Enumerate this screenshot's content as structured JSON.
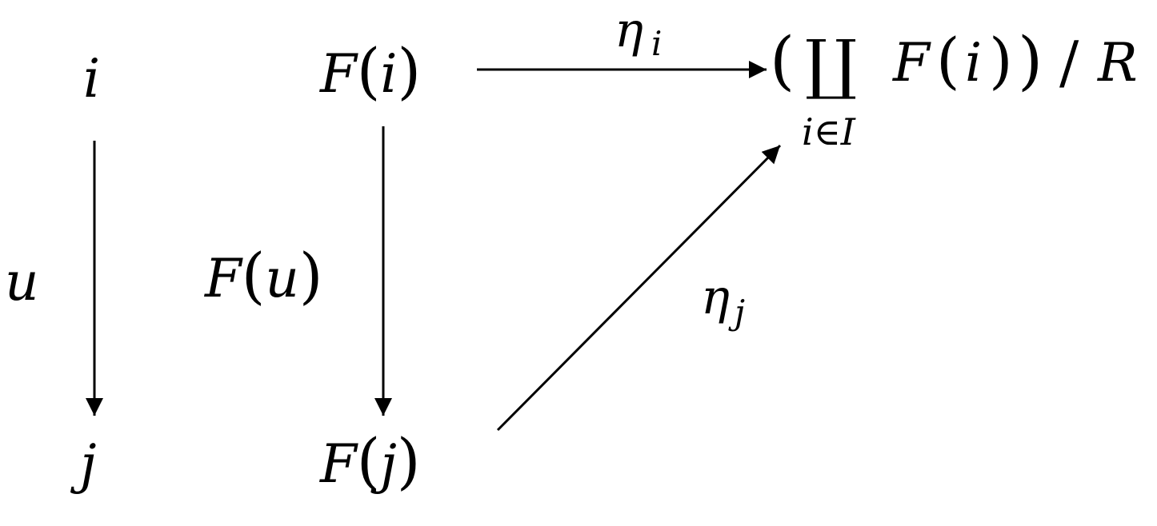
{
  "nodes": {
    "i": {
      "var": "i"
    },
    "j": {
      "var": "j"
    },
    "F_i": {
      "func": "F",
      "open": "(",
      "arg": "i",
      "close": ")"
    },
    "F_j": {
      "func": "F",
      "open": "(",
      "arg": "j",
      "close": ")"
    },
    "colimit": {
      "open": "(",
      "coproduct": "∐",
      "index": "i∈I",
      "func": "F",
      "open2": "(",
      "arg": "i",
      "close2": ")",
      "close": ")",
      "slash": "/",
      "relation": "R"
    }
  },
  "arrows": {
    "u": {
      "label": "u"
    },
    "F_u": {
      "func": "F",
      "open": "(",
      "arg": "u",
      "close": ")"
    },
    "eta_i": {
      "symbol": "η",
      "sub": "i"
    },
    "eta_j": {
      "symbol": "η",
      "sub": "j"
    }
  }
}
